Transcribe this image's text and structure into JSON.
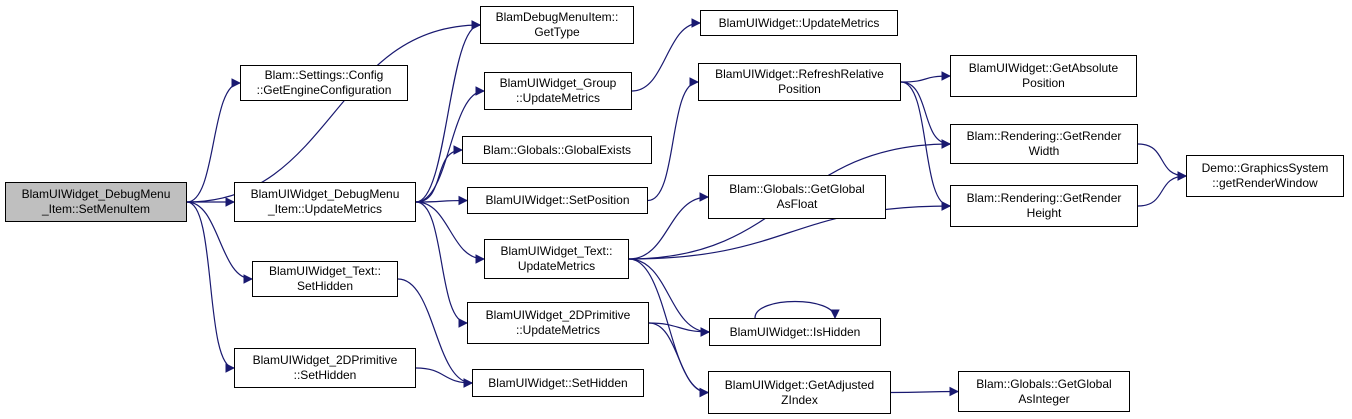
{
  "root": "setmenuitem",
  "nodes": [
    {
      "id": "setmenuitem",
      "lines": [
        "BlamUIWidget_DebugMenu",
        "_Item::SetMenuItem"
      ]
    },
    {
      "id": "getenginecfg",
      "lines": [
        "Blam::Settings::Config",
        "::GetEngineConfiguration"
      ]
    },
    {
      "id": "dbg_updatemetrics",
      "lines": [
        "BlamUIWidget_DebugMenu",
        "_Item::UpdateMetrics"
      ]
    },
    {
      "id": "text_sethidden",
      "lines": [
        "BlamUIWidget_Text::",
        "SetHidden"
      ]
    },
    {
      "id": "prim_sethidden",
      "lines": [
        "BlamUIWidget_2DPrimitive",
        "::SetHidden"
      ]
    },
    {
      "id": "gettype",
      "lines": [
        "BlamDebugMenuItem::",
        "GetType"
      ]
    },
    {
      "id": "group_updatemetrics",
      "lines": [
        "BlamUIWidget_Group",
        "::UpdateMetrics"
      ]
    },
    {
      "id": "globalexists",
      "lines": [
        "Blam::Globals::GlobalExists"
      ]
    },
    {
      "id": "setposition",
      "lines": [
        "BlamUIWidget::SetPosition"
      ]
    },
    {
      "id": "text_updatemetrics",
      "lines": [
        "BlamUIWidget_Text::",
        "UpdateMetrics"
      ]
    },
    {
      "id": "prim_updatemetrics",
      "lines": [
        "BlamUIWidget_2DPrimitive",
        "::UpdateMetrics"
      ]
    },
    {
      "id": "sethidden",
      "lines": [
        "BlamUIWidget::SetHidden"
      ]
    },
    {
      "id": "updatemetrics",
      "lines": [
        "BlamUIWidget::UpdateMetrics"
      ]
    },
    {
      "id": "refreshrelpos",
      "lines": [
        "BlamUIWidget::RefreshRelative",
        "Position"
      ]
    },
    {
      "id": "getglobalfloat",
      "lines": [
        "Blam::Globals::GetGlobal",
        "AsFloat"
      ]
    },
    {
      "id": "ishidden",
      "lines": [
        "BlamUIWidget::IsHidden"
      ]
    },
    {
      "id": "getadjzindex",
      "lines": [
        "BlamUIWidget::GetAdjusted",
        "ZIndex"
      ]
    },
    {
      "id": "getabspos",
      "lines": [
        "BlamUIWidget::GetAbsolute",
        "Position"
      ]
    },
    {
      "id": "renderwidth",
      "lines": [
        "Blam::Rendering::GetRender",
        "Width"
      ]
    },
    {
      "id": "renderheight",
      "lines": [
        "Blam::Rendering::GetRender",
        "Height"
      ]
    },
    {
      "id": "getglobalint",
      "lines": [
        "Blam::Globals::GetGlobal",
        "AsInteger"
      ]
    },
    {
      "id": "getrenderwindow",
      "lines": [
        "Demo::GraphicsSystem",
        "::getRenderWindow"
      ]
    }
  ],
  "edges": [
    {
      "from": "setmenuitem",
      "to": "getenginecfg"
    },
    {
      "from": "setmenuitem",
      "to": "gettype"
    },
    {
      "from": "setmenuitem",
      "to": "dbg_updatemetrics"
    },
    {
      "from": "setmenuitem",
      "to": "text_sethidden"
    },
    {
      "from": "setmenuitem",
      "to": "prim_sethidden"
    },
    {
      "from": "dbg_updatemetrics",
      "to": "gettype"
    },
    {
      "from": "dbg_updatemetrics",
      "to": "group_updatemetrics"
    },
    {
      "from": "dbg_updatemetrics",
      "to": "globalexists"
    },
    {
      "from": "dbg_updatemetrics",
      "to": "setposition"
    },
    {
      "from": "dbg_updatemetrics",
      "to": "text_updatemetrics"
    },
    {
      "from": "dbg_updatemetrics",
      "to": "prim_updatemetrics"
    },
    {
      "from": "group_updatemetrics",
      "to": "updatemetrics"
    },
    {
      "from": "setposition",
      "to": "refreshrelpos"
    },
    {
      "from": "text_updatemetrics",
      "to": "getglobalfloat"
    },
    {
      "from": "text_updatemetrics",
      "to": "renderwidth"
    },
    {
      "from": "text_updatemetrics",
      "to": "renderheight"
    },
    {
      "from": "text_updatemetrics",
      "to": "ishidden"
    },
    {
      "from": "text_updatemetrics",
      "to": "getadjzindex"
    },
    {
      "from": "prim_updatemetrics",
      "to": "ishidden"
    },
    {
      "from": "prim_updatemetrics",
      "to": "getadjzindex"
    },
    {
      "from": "text_sethidden",
      "to": "sethidden"
    },
    {
      "from": "prim_sethidden",
      "to": "sethidden"
    },
    {
      "from": "refreshrelpos",
      "to": "getabspos"
    },
    {
      "from": "refreshrelpos",
      "to": "renderwidth"
    },
    {
      "from": "refreshrelpos",
      "to": "renderheight"
    },
    {
      "from": "ishidden",
      "to": "ishidden"
    },
    {
      "from": "getadjzindex",
      "to": "getglobalint"
    },
    {
      "from": "renderwidth",
      "to": "getrenderwindow"
    },
    {
      "from": "renderheight",
      "to": "getrenderwindow"
    }
  ],
  "colors": {
    "edge": "#191970",
    "root_fill": "#bfbfbf",
    "node_fill": "#ffffff",
    "border": "#000000"
  }
}
